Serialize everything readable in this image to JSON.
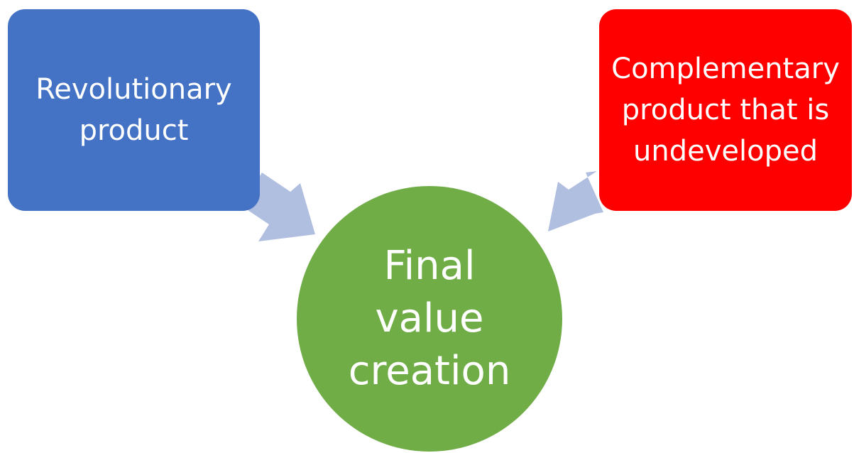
{
  "diagram": {
    "nodes": {
      "left": {
        "label": "Revolutionary\nproduct",
        "color": "#4472C4"
      },
      "right": {
        "label": "Complementary\nproduct that is\nundeveloped",
        "color": "#FF0000"
      },
      "center": {
        "label": "Final\nvalue\ncreation",
        "color": "#70AD47"
      }
    },
    "arrows": {
      "color": "#B0BEE0",
      "connections": [
        {
          "from": "left",
          "to": "center"
        },
        {
          "from": "right",
          "to": "center"
        }
      ]
    }
  }
}
